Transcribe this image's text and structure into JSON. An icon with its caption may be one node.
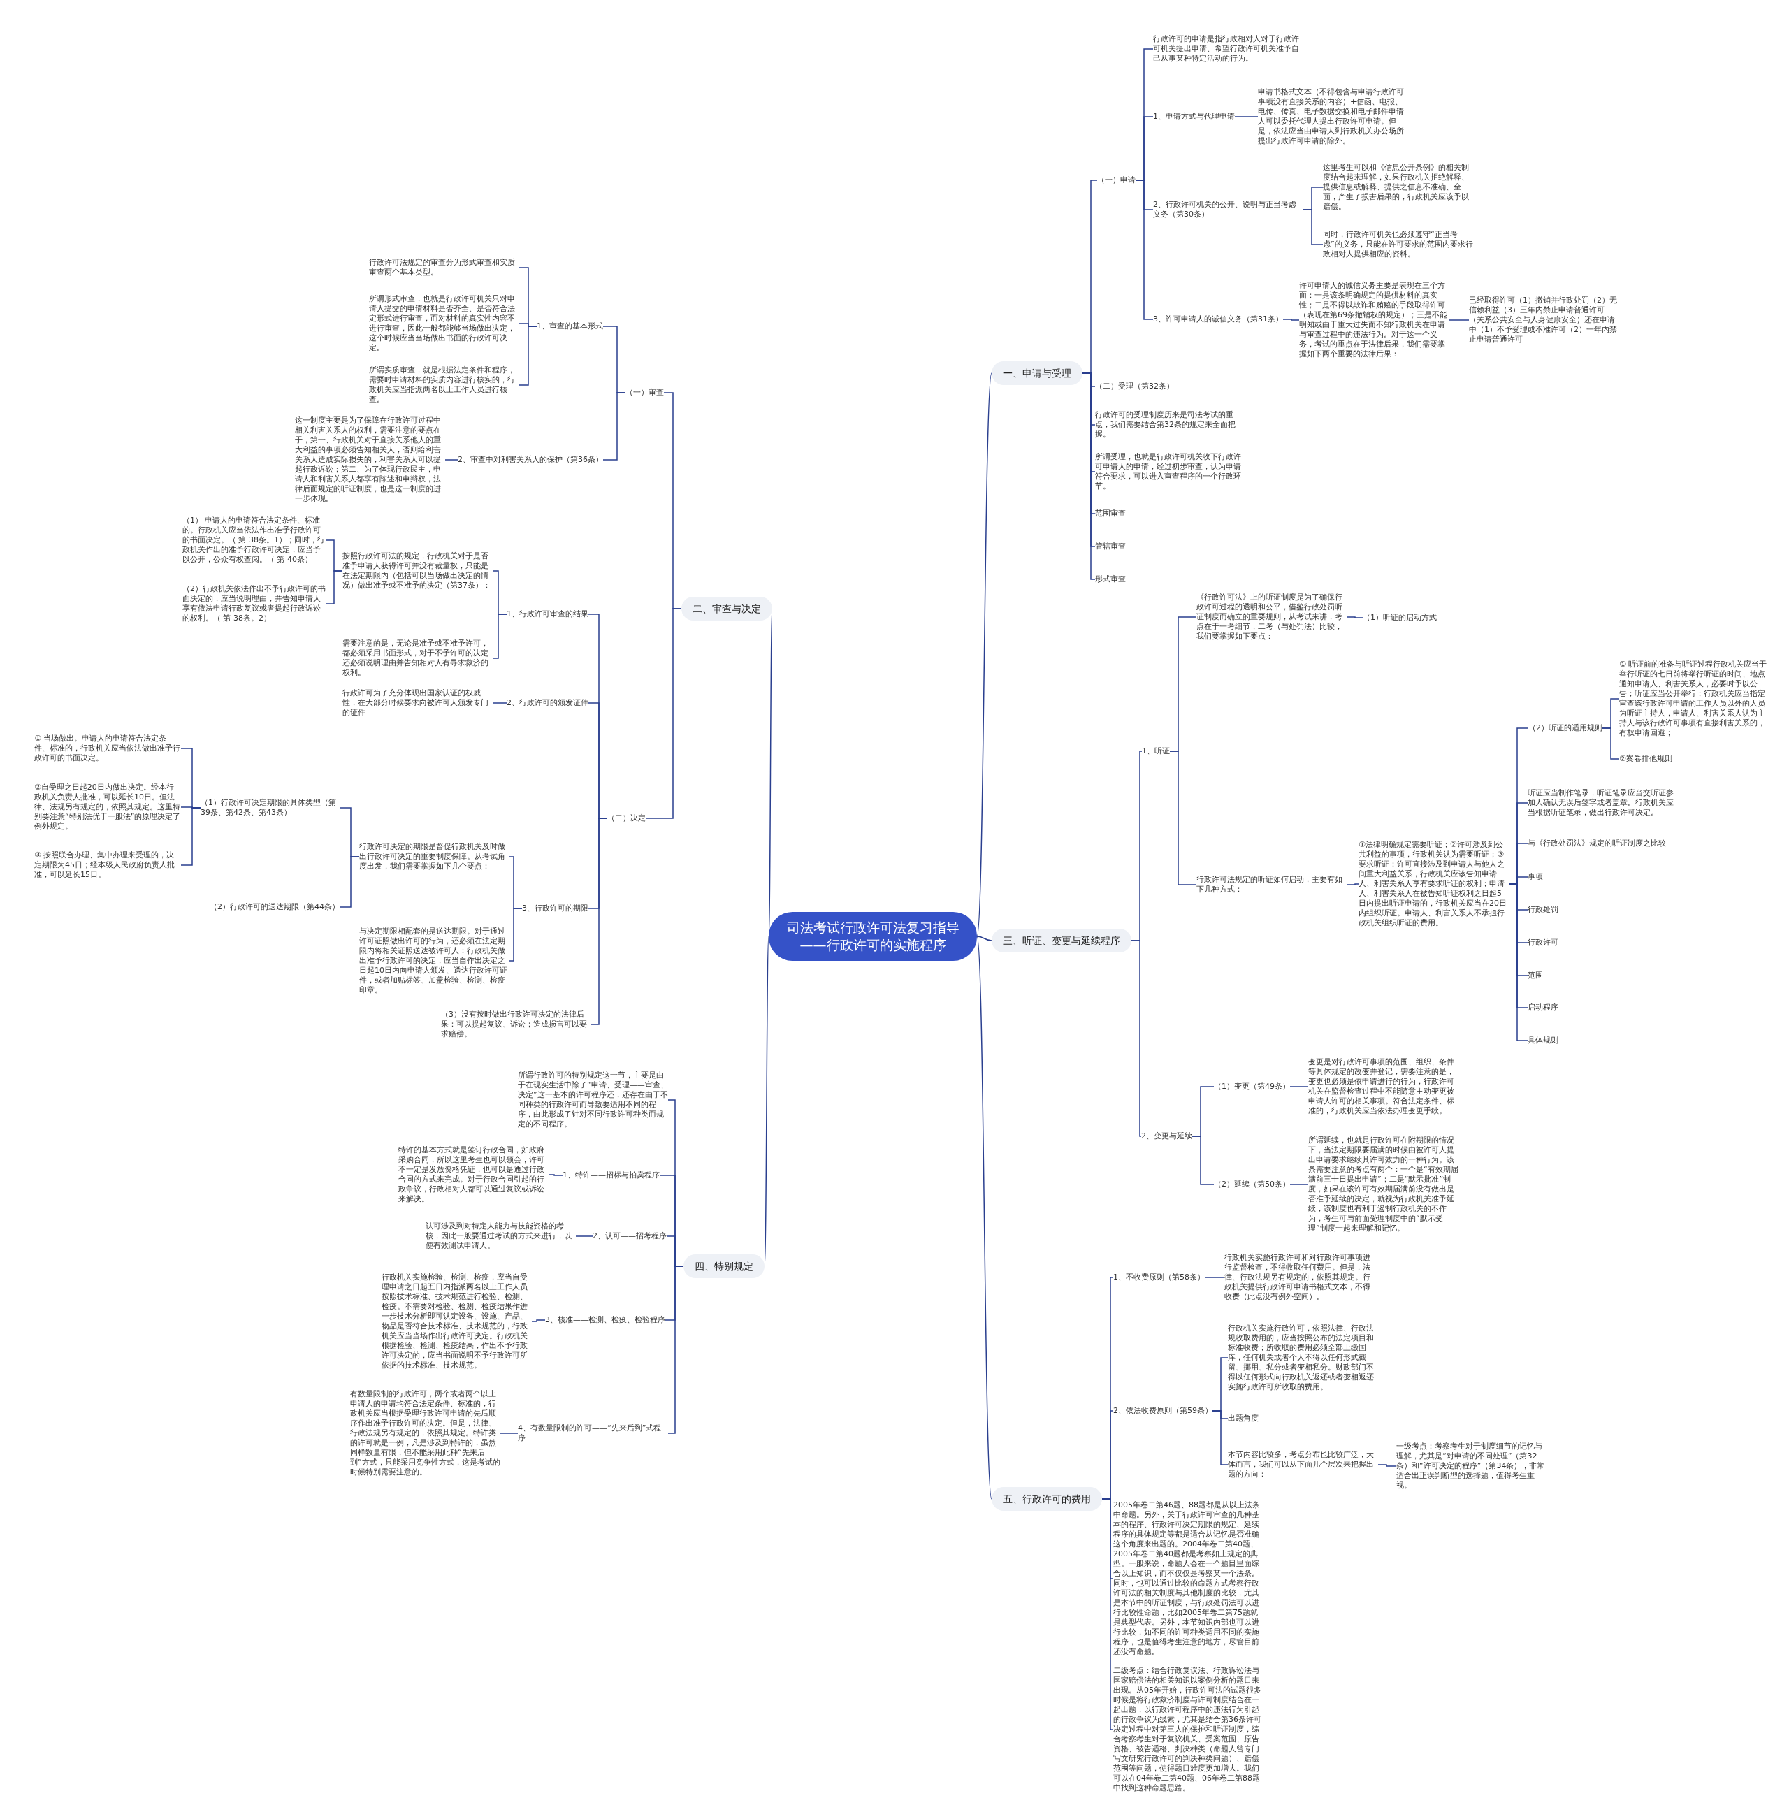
{
  "diagram": {
    "nodes": [
      {
        "text": [
          "司法考试行政许可法复习指导——行政许可的实施程序"
        ]
      },
      {
        "text": [
          "一、申请与受理"
        ]
      },
      {
        "text": [
          "（一）申请"
        ]
      },
      {
        "text": [
          "行政许可的申请是指行政相对人对于行政许可机关提出申请、希望行政许可机关准予自己从事某种特定活动的行为。"
        ]
      },
      {
        "text": [
          "1、申请方式与代理申请"
        ]
      },
      {
        "text": [
          "申请书格式文本（不得包含与申请行政许可事项没有直接关系的内容）+信函、电报、电传、传真、电子数据交换和电子邮件申请人可以委托代理人提出行政许可申请。但是，依法应当由申请人到行政机关办公场所提出行政许可申请的除外。"
        ]
      },
      {
        "text": [
          "2、行政许可机关的公开、说明与正当考虑义务（第30条）"
        ]
      },
      {
        "text": [
          "这里考生可以和《信息公开条例》的相关制度结合起来理解，如果行政机关拒绝解释、提供信息或解释、提供之信息不准确、全面，产生了损害后果的，行政机关应该予以赔偿。"
        ]
      },
      {
        "text": [
          "同时，行政许可机关也必须遵守“正当考虑”的义务，只能在许可要求的范围内要求行政相对人提供相应的资料。"
        ]
      },
      {
        "text": [
          "3、许可申请人的诚信义务（第31条）"
        ]
      },
      {
        "text": [
          "许可申请人的诚信义务主要是表现在三个方面：一是该条明确规定的提供材料的真实性；二是不得以欺诈和贿赂的手段取得许可（表现在第69条撤销权的规定）；三是不能明知或由于重大过失而不知行政机关在申请与审查过程中的违法行为。对于这一个义务，考试的重点在于法律后果，我们需要掌握如下两个重要的法律后果："
        ]
      },
      {
        "text": [
          "已经取得许可（1）撤销并行政处罚（2）无信赖利益（3）三年内禁止申请普通许可（关系公共安全与人身健康安全）还在申请中（1）不予受理或不准许可（2）一年内禁止申请普通许可"
        ]
      },
      {
        "text": [
          "（二）受理（第32条）"
        ]
      },
      {
        "text": [
          "行政许可的受理制度历来是司法考试的重点，我们需要结合第32条的规定来全面把握。"
        ]
      },
      {
        "text": [
          "所谓受理，也就是行政许可机关收下行政许可申请人的申请，经过初步审查，认为申请符合要求，可以进入审查程序的一个行政环节。"
        ]
      },
      {
        "text": [
          "范围审查"
        ]
      },
      {
        "text": [
          "管辖审查"
        ]
      },
      {
        "text": [
          "形式审查"
        ]
      },
      {
        "text": [
          "二、审查与决定"
        ]
      },
      {
        "text": [
          "（一）审查"
        ]
      },
      {
        "text": [
          "1、审查的基本形式"
        ]
      },
      {
        "text": [
          "行政许可法规定的审查分为形式审查和实质审查两个基本类型。"
        ]
      },
      {
        "text": [
          "所谓形式审查，也就是行政许可机关只对申请人提交的申请材料是否齐全、是否符合法定形式进行审查，而对材料的真实性内容不进行审查，因此一般都能够当场做出决定，这个时候应当当场做出书面的行政许可决定。"
        ]
      },
      {
        "text": [
          "所谓实质审查，就是根据法定条件和程序，需要时申请材料的实质内容进行核实的，行政机关应当指派两名以上工作人员进行核查。"
        ]
      },
      {
        "text": [
          "2、审查中对利害关系人的保护（第36条）"
        ]
      },
      {
        "text": [
          "这一制度主要是为了保障在行政许可过程中相关利害关系人的权利，需要注意的要点在于，第一、行政机关对于直接关系他人的重大利益的事项必须告知相关人，否则给利害关系人造成实际损失的，利害关系人可以提起行政诉讼；第二、为了体现行政民主，申请人和利害关系人都享有陈述和申辩权，法律后面规定的听证制度，也是这一制度的进一步体现。"
        ]
      },
      {
        "text": [
          "（二）决定"
        ]
      },
      {
        "text": [
          "1、行政许可审查的结果"
        ]
      },
      {
        "text": [
          "按照行政许可法的规定，行政机关对于是否准予申请人获得许可并没有裁量权，只能是在法定期限内（包括可以当场做出决定的情况）做出准予或不准予的决定（第37条）："
        ]
      },
      {
        "text": [
          "（1） 申请人的申请符合法定条件、标准的。行政机关应当依法作出准予行政许可的书面决定。（ 第 38条。1）；同时，行政机关作出的准予行政许可决定，应当予以公开，公众有权查阅。（ 第 40条）"
        ]
      },
      {
        "text": [
          "（2）行政机关依法作出不予行政许可的书面决定的，应当说明理由，并告知申请人享有依法申请行政复议或者提起行政诉讼的权利。（ 第 38条。2）"
        ]
      },
      {
        "text": [
          "需要注意的是，无论是准予或不准予许可，都必须采用书面形式，对于不予许可的决定还必须说明理由并告知相对人有寻求救济的权利。"
        ]
      },
      {
        "text": [
          "2、行政许可的颁发证件"
        ]
      },
      {
        "text": [
          "行政许可为了充分体现出国家认证的权威性，在大部分时候要求向被许可人颁发专门的证件"
        ]
      },
      {
        "text": [
          "3、行政许可的期限"
        ]
      },
      {
        "text": [
          "行政许可决定的期限是督促行政机关及时做出行政许可决定的重要制度保障。从考试角度出发，我们需要掌握如下几个要点："
        ]
      },
      {
        "text": [
          "（1）行政许可决定期限的具体类型（第39条、第42条、第43条）"
        ]
      },
      {
        "text": [
          "① 当场做出。申请人的申请符合法定条件、标准的，行政机关应当依法做出准予行政许可的书面决定。"
        ]
      },
      {
        "text": [
          "②自受理之日起20日内做出决定。经本行政机关负责人批准，可以延长10日。但法律、法规另有规定的，依照其规定。这里特别要注意“特别法优于一般法”的原理决定了例外规定。"
        ]
      },
      {
        "text": [
          "③ 按照联合办理、集中办理来受理的，决定期限为45日；经本级人民政府负责人批准，可以延长15日。"
        ]
      },
      {
        "text": [
          "（2）行政许可的送达期限（第44条）"
        ]
      },
      {
        "text": [
          "与决定期限相配套的是送达期限。对于通过许可证照做出许可的行为，还必须在法定期限内将相关证照送达被许可人：行政机关做出准予行政许可的决定，应当自作出决定之日起10日内向申请人颁发、送达行政许可证件，或者加贴标签、加盖检验、检测、检疫印章。"
        ]
      },
      {
        "text": [
          "（3）没有按时做出行政许可决定的法律后果：可以提起复议、诉讼；造成损害可以要求赔偿。"
        ]
      },
      {
        "text": [
          "三、听证、变更与延续程序"
        ]
      },
      {
        "text": [
          "1、听证"
        ]
      },
      {
        "text": [
          "《行政许可法》上的听证制度是为了确保行政许可过程的透明和公平，借鉴行政处罚听证制度而确立的重要规则，从考试来讲，考点在于一考细节，二考（与处罚法）比较，我们要掌握如下要点："
        ]
      },
      {
        "text": [
          "（1）听证的启动方式"
        ]
      },
      {
        "text": [
          "行政许可法规定的听证如何启动，主要有如下几种方式："
        ]
      },
      {
        "text": [
          "①法律明确规定需要听证；②许可涉及到公共利益的事项，行政机关认为需要听证；③要求听证：许可直接涉及到申请人与他人之间重大利益关系，行政机关应该告知申请人、利害关系人享有要求听证的权利；申请人、利害关系人在被告知听证权利之日起5日内提出听证申请的，行政机关应当在20日内组织听证。申请人、利害关系人不承担行政机关组织听证的费用。"
        ]
      },
      {
        "text": [
          "（2）听证的适用规则"
        ]
      },
      {
        "text": [
          "① 听证前的准备与听证过程行政机关应当于举行听证的七日前将举行听证的时间、地点通知申请人、利害关系人，必要时予以公告；听证应当公开举行；行政机关应当指定审查该行政许可申请的工作人员以外的人员为听证主持人，申请人、利害关系人认为主持人与该行政许可事项有直接利害关系的，有权申请回避；"
        ]
      },
      {
        "text": [
          "②案卷排他规则"
        ]
      },
      {
        "text": [
          "听证应当制作笔录，听证笔录应当交听证参加人确认无误后签字或者盖章。行政机关应当根据听证笔录，做出行政许可决定。"
        ]
      },
      {
        "text": [
          "与《行政处罚法》规定的听证制度之比较"
        ]
      },
      {
        "text": [
          "事项"
        ]
      },
      {
        "text": [
          "行政处罚"
        ]
      },
      {
        "text": [
          "行政许可"
        ]
      },
      {
        "text": [
          "范围"
        ]
      },
      {
        "text": [
          "启动程序"
        ]
      },
      {
        "text": [
          "具体规则"
        ]
      },
      {
        "text": [
          "2、变更与延续"
        ]
      },
      {
        "text": [
          "（1）变更（第49条）"
        ]
      },
      {
        "text": [
          "变更是对行政许可事项的范围、组织、条件等具体规定的改变并登记，需要注意的是，变更也必须是依申请进行的行为，行政许可机关在监督检查过程中不能随意主动变更被申请人许可的相关事项。符合法定条件、标准的，行政机关应当依法办理变更手续。"
        ]
      },
      {
        "text": [
          "（2）延续（第50条）"
        ]
      },
      {
        "text": [
          "所谓延续，也就是行政许可在附期限的情况下，当法定期限要届满的时候由被许可人提出申请要求继续其许可效力的一种行为。该条需要注意的考点有两个：一个是“有效期届满前三十日提出申请”；二是“默示批准”制度，如果在该许可有效期届满前没有做出是否准予延续的决定，就视为行政机关准予延续，该制度也有利于遏制行政机关的不作为，考生可与前面受理制度中的“默示受理”制度一起来理解和记忆。"
        ]
      },
      {
        "text": [
          "四、特别规定"
        ]
      },
      {
        "text": [
          "所谓行政许可的特别规定这一节，主要是由于在现实生活中除了“申请、受理——审查、决定”这一基本的许可程序还，还存在由于不同种类的行政许可而导致要适用不同的程序，由此形成了针对不同行政许可种类而规定的不同程序。"
        ]
      },
      {
        "text": [
          "1、特许——招标与拍卖程序"
        ]
      },
      {
        "text": [
          "特许的基本方式就是签订行政合同，如政府采购合同，所以这里考生也可以领会，许可不一定是发放资格凭证，也可以是通过行政合同的方式来完成。对于行政合同引起的行政争议，行政相对人都可以通过复议或诉讼来解决。"
        ]
      },
      {
        "text": [
          "2、认可——招考程序"
        ]
      },
      {
        "text": [
          "认可涉及到对特定人能力与技能资格的考核，因此一般要通过考试的方式来进行，以便有效测试申请人。"
        ]
      },
      {
        "text": [
          "3、核准——检测、检疫、检验程序"
        ]
      },
      {
        "text": [
          "行政机关实施检验、检测、检疫，应当自受理申请之日起五日内指派两名以上工作人员按照技术标准、技术规范进行检验、检测、检疫。不需要对检验、检测、检疫结果作进一步技术分析即可认定设备、设施、产品、物品是否符合技术标准、技术规范的，行政机关应当当场作出行政许可决定。行政机关根据检验、检测、检疫结果，作出不予行政许可决定的，应当书面说明不予行政许可所依据的技术标准、技术规范。"
        ]
      },
      {
        "text": [
          "4、有数量限制的许可——“先来后到”式程序"
        ]
      },
      {
        "text": [
          "有数量限制的行政许可，两个或者两个以上申请人的申请均符合法定条件、标准的，行政机关应当根据受理行政许可申请的先后顺序作出准予行政许可的决定。但是，法律、行政法规另有规定的，依照其规定。特许类的许可就是一例，凡是涉及到特许的，虽然同样数量有限，但不能采用此种“先来后到”方式，只能采用竞争性方式，这是考试的时候特别需要注意的。"
        ]
      },
      {
        "text": [
          "五、行政许可的费用"
        ]
      },
      {
        "text": [
          "1、不收费原则（第58条）"
        ]
      },
      {
        "text": [
          "行政机关实施行政许可和对行政许可事项进行监督检查，不得收取任何费用。但是，法律、行政法规另有规定的，依照其规定。行政机关提供行政许可申请书格式文本，不得收费（此点没有例外空间）。"
        ]
      },
      {
        "text": [
          "2、依法收费原则（第59条）"
        ]
      },
      {
        "text": [
          "行政机关实施行政许可，依照法律、行政法规收取费用的，应当按照公布的法定项目和标准收费；所收取的费用必须全部上缴国库，任何机关或者个人不得以任何形式截留、挪用、私分或者变相私分。财政部门不得以任何形式向行政机关返还或者变相返还实施行政许可所收取的费用。"
        ]
      },
      {
        "text": [
          "出题角度"
        ]
      },
      {
        "text": [
          "本节内容比较多，考点分布也比较广泛，大体而言，我们可以从下面几个层次来把握出题的方向："
        ]
      },
      {
        "text": [
          "一级考点：考察考生对于制度细节的记忆与理解，尤其是“对申请的不同处理”（第32条）和“许可决定的程序”（第34条），非常适合出正误判断型的选择题，值得考生重视。"
        ]
      },
      {
        "text": [
          "2005年卷二第46题、88题都是从以上法条中命题。另外，关于行政许可审查的几种基本的程序、行政许可决定期限的规定、延续程序的具体规定等都是适合从记忆是否准确这个角度来出题的。2004年卷二第40题、2005年卷二第40题都是考察如上规定的典型。一般来说，命题人会在一个题目里面综合以上知识，而不仅仅是考察某一个法条。同时，也可以通过比较的命题方式考察行政许可法的相关制度与其他制度的比较，尤其是本节中的听证制度，与行政处罚法可以进行比较性命题，比如2005年卷二第75题就是典型代表。另外，本节知识内部也可以进行比较，如不同的许可种类适用不同的实施程序，也是值得考生注意的地方，尽管目前还没有命题。"
        ]
      },
      {
        "text": [
          "二级考点：结合行政复议法、行政诉讼法与国家赔偿法的相关知识以案例分析的题目来出现。从05年开始，行政许可法的试题很多时候是将行政救济制度与许可制度结合在一起出题，以行政许可程序中的违法行为引起的行政争议为线索，尤其是结合第36条许可决定过程中对第三人的保护和听证制度，综合考察考生对于复议机关、受案范围、原告资格、被告适格、判决种类（命题人曾专门写文研究行政许可的判决种类问题）、赔偿范围等问题，使得题目难度更加增大。我们可以在04年卷二第40题、06年卷二第88题中找到这种命题思路。"
        ]
      }
    ],
    "edges": [
      {
        "from": 0,
        "to": 1,
        "arrow": "none"
      },
      {
        "from": 1,
        "to": 2,
        "arrow": "none"
      },
      {
        "from": 2,
        "to": 3,
        "arrow": "none"
      },
      {
        "from": 2,
        "to": 4,
        "arrow": "none"
      },
      {
        "from": 4,
        "to": 5,
        "arrow": "none"
      },
      {
        "from": 2,
        "to": 6,
        "arrow": "none"
      },
      {
        "from": 6,
        "to": 7,
        "arrow": "none"
      },
      {
        "from": 6,
        "to": 8,
        "arrow": "none"
      },
      {
        "from": 2,
        "to": 9,
        "arrow": "none"
      },
      {
        "from": 9,
        "to": 10,
        "arrow": "none"
      },
      {
        "from": 10,
        "to": 11,
        "arrow": "none"
      },
      {
        "from": 1,
        "to": 12,
        "arrow": "none"
      },
      {
        "from": 1,
        "to": 13,
        "arrow": "none"
      },
      {
        "from": 1,
        "to": 14,
        "arrow": "none"
      },
      {
        "from": 1,
        "to": 15,
        "arrow": "none"
      },
      {
        "from": 1,
        "to": 16,
        "arrow": "none"
      },
      {
        "from": 1,
        "to": 17,
        "arrow": "none"
      },
      {
        "from": 0,
        "to": 18,
        "arrow": "none"
      },
      {
        "from": 18,
        "to": 19,
        "arrow": "none"
      },
      {
        "from": 19,
        "to": 20,
        "arrow": "none"
      },
      {
        "from": 20,
        "to": 21,
        "arrow": "none"
      },
      {
        "from": 20,
        "to": 22,
        "arrow": "none"
      },
      {
        "from": 20,
        "to": 23,
        "arrow": "none"
      },
      {
        "from": 19,
        "to": 24,
        "arrow": "none"
      },
      {
        "from": 24,
        "to": 25,
        "arrow": "none"
      },
      {
        "from": 18,
        "to": 26,
        "arrow": "none"
      },
      {
        "from": 26,
        "to": 27,
        "arrow": "none"
      },
      {
        "from": 27,
        "to": 28,
        "arrow": "none"
      },
      {
        "from": 28,
        "to": 29,
        "arrow": "none"
      },
      {
        "from": 28,
        "to": 30,
        "arrow": "none"
      },
      {
        "from": 27,
        "to": 31,
        "arrow": "none"
      },
      {
        "from": 26,
        "to": 32,
        "arrow": "none"
      },
      {
        "from": 32,
        "to": 33,
        "arrow": "none"
      },
      {
        "from": 26,
        "to": 34,
        "arrow": "none"
      },
      {
        "from": 34,
        "to": 35,
        "arrow": "none"
      },
      {
        "from": 35,
        "to": 36,
        "arrow": "none"
      },
      {
        "from": 36,
        "to": 37,
        "arrow": "none"
      },
      {
        "from": 36,
        "to": 38,
        "arrow": "none"
      },
      {
        "from": 36,
        "to": 39,
        "arrow": "none"
      },
      {
        "from": 35,
        "to": 40,
        "arrow": "none"
      },
      {
        "from": 34,
        "to": 41,
        "arrow": "none"
      },
      {
        "from": 26,
        "to": 42,
        "arrow": "none"
      },
      {
        "from": 0,
        "to": 43,
        "arrow": "none"
      },
      {
        "from": 43,
        "to": 44,
        "arrow": "none"
      },
      {
        "from": 44,
        "to": 45,
        "arrow": "none"
      },
      {
        "from": 45,
        "to": 46,
        "arrow": "none"
      },
      {
        "from": 44,
        "to": 47,
        "arrow": "none"
      },
      {
        "from": 47,
        "to": 48,
        "arrow": "none"
      },
      {
        "from": 48,
        "to": 49,
        "arrow": "none"
      },
      {
        "from": 49,
        "to": 50,
        "arrow": "none"
      },
      {
        "from": 49,
        "to": 51,
        "arrow": "none"
      },
      {
        "from": 48,
        "to": 52,
        "arrow": "none"
      },
      {
        "from": 48,
        "to": 53,
        "arrow": "none"
      },
      {
        "from": 48,
        "to": 54,
        "arrow": "none"
      },
      {
        "from": 48,
        "to": 55,
        "arrow": "none"
      },
      {
        "from": 48,
        "to": 56,
        "arrow": "none"
      },
      {
        "from": 48,
        "to": 57,
        "arrow": "none"
      },
      {
        "from": 48,
        "to": 58,
        "arrow": "none"
      },
      {
        "from": 48,
        "to": 59,
        "arrow": "none"
      },
      {
        "from": 43,
        "to": 60,
        "arrow": "none"
      },
      {
        "from": 60,
        "to": 61,
        "arrow": "none"
      },
      {
        "from": 61,
        "to": 62,
        "arrow": "none"
      },
      {
        "from": 60,
        "to": 63,
        "arrow": "none"
      },
      {
        "from": 63,
        "to": 64,
        "arrow": "none"
      },
      {
        "from": 0,
        "to": 65,
        "arrow": "none"
      },
      {
        "from": 65,
        "to": 66,
        "arrow": "none"
      },
      {
        "from": 65,
        "to": 67,
        "arrow": "none"
      },
      {
        "from": 67,
        "to": 68,
        "arrow": "none"
      },
      {
        "from": 65,
        "to": 69,
        "arrow": "none"
      },
      {
        "from": 69,
        "to": 70,
        "arrow": "none"
      },
      {
        "from": 65,
        "to": 71,
        "arrow": "none"
      },
      {
        "from": 71,
        "to": 72,
        "arrow": "none"
      },
      {
        "from": 65,
        "to": 73,
        "arrow": "none"
      },
      {
        "from": 73,
        "to": 74,
        "arrow": "none"
      },
      {
        "from": 0,
        "to": 75,
        "arrow": "none"
      },
      {
        "from": 75,
        "to": 76,
        "arrow": "none"
      },
      {
        "from": 76,
        "to": 77,
        "arrow": "none"
      },
      {
        "from": 75,
        "to": 78,
        "arrow": "none"
      },
      {
        "from": 78,
        "to": 79,
        "arrow": "none"
      },
      {
        "from": 78,
        "to": 80,
        "arrow": "none"
      },
      {
        "from": 78,
        "to": 81,
        "arrow": "none"
      },
      {
        "from": 81,
        "to": 82,
        "arrow": "none"
      },
      {
        "from": 75,
        "to": 83,
        "arrow": "none"
      },
      {
        "from": 75,
        "to": 84,
        "arrow": "none"
      }
    ]
  }
}
